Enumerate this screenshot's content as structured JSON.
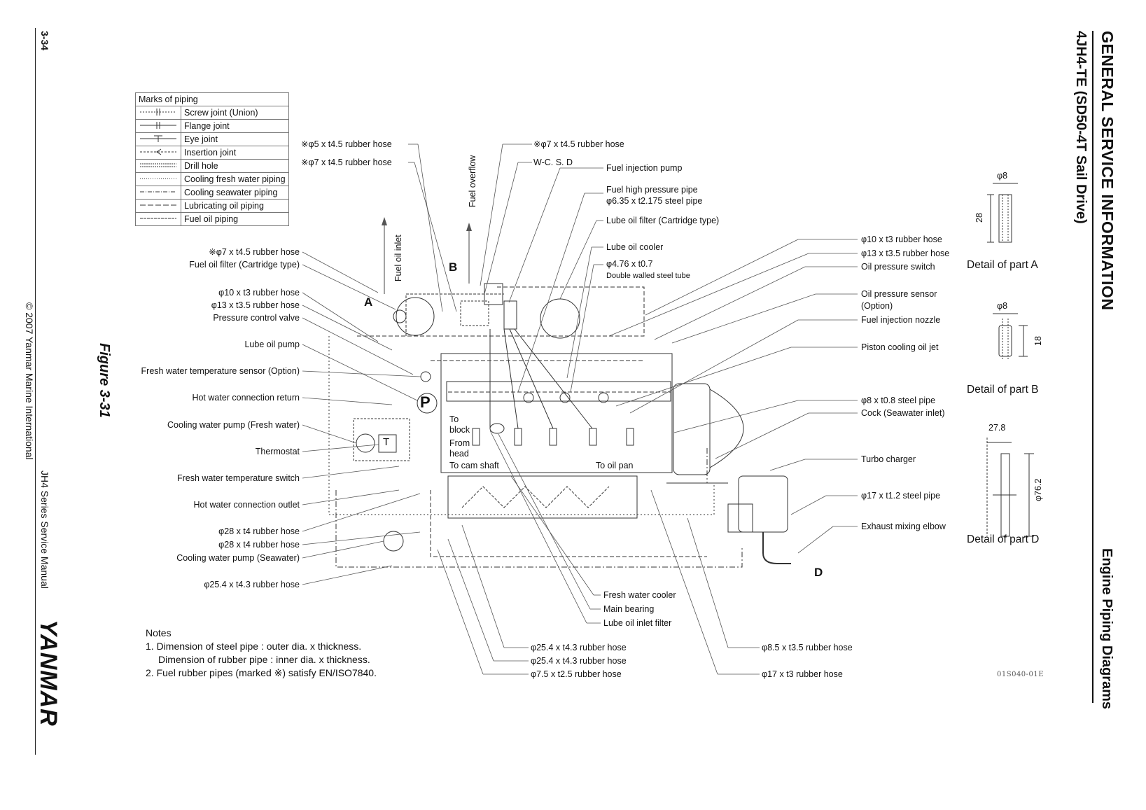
{
  "header": {
    "section_title": "GENERAL SERVICE INFORMATION",
    "model_title": "4JH4-TE (SD50-4T Sail Drive)",
    "chapter_title": "Engine Piping Diagrams"
  },
  "footer": {
    "page_number": "3-34",
    "copyright": "© 2007 Yanmar Marine International",
    "manual_name": "JH4 Series Service Manual",
    "brand_logo_text": "YANMAR",
    "figure_label": "Figure 3-31",
    "drawing_code": "01S040-01E"
  },
  "legend": {
    "title": "Marks of piping",
    "rows": [
      {
        "label": "Screw joint (Union)",
        "symbol": "screw"
      },
      {
        "label": "Flange joint",
        "symbol": "flange"
      },
      {
        "label": "Eye joint",
        "symbol": "eye"
      },
      {
        "label": "Insertion joint",
        "symbol": "insert"
      },
      {
        "label": "Drill hole",
        "symbol": "drill"
      },
      {
        "label": "Cooling fresh water piping",
        "symbol": "fresh"
      },
      {
        "label": "Cooling seawater piping",
        "symbol": "sea"
      },
      {
        "label": "Lubricating oil piping",
        "symbol": "lube"
      },
      {
        "label": "Fuel oil piping",
        "symbol": "fuel"
      }
    ]
  },
  "labels_left": [
    "※φ7 x t4.5 rubber hose",
    "Fuel oil filter (Cartridge type)",
    "φ10 x t3 rubber hose",
    "φ13 x t3.5 rubber hose",
    "Pressure control valve",
    "Lube oil pump",
    "Fresh water temperature sensor (Option)",
    "Hot water connection return",
    "Cooling water pump (Fresh water)",
    "Thermostat",
    "Fresh water temperature switch",
    "Hot water connection outlet",
    "φ28 x t4 rubber hose",
    "φ28 x t4 rubber hose",
    "Cooling water pump (Seawater)",
    "φ25.4 x t4.3 rubber hose"
  ],
  "labels_top": {
    "hose_a": "※φ5 x t4.5 rubber hose",
    "hose_b": "※φ7 x t4.5 rubber hose",
    "hose_c": "※φ7 x t4.5 rubber hose",
    "wcsd": "W-C. S. D",
    "fuel_overflow": "Fuel overflow",
    "fuel_oil_inlet": "Fuel oil inlet"
  },
  "labels_center": {
    "fuel_injection_pump": "Fuel injection pump",
    "fuel_hp_pipe": "Fuel high pressure pipe",
    "fuel_hp_pipe_dim": "φ6.35 x t2.175 steel pipe",
    "lube_filter": "Lube oil filter (Cartridge type)",
    "lube_cooler": "Lube oil cooler",
    "tube_dim": "φ4.76 x t0.7",
    "tube_desc": "Double walled steel tube",
    "to_block": "To",
    "to_block2": "block",
    "from_head": "From",
    "from_head2": "head",
    "to_cam_shaft": "To cam shaft",
    "to_oil_pan": "To oil pan",
    "fresh_water_cooler": "Fresh water cooler",
    "main_bearing": "Main bearing",
    "lube_inlet_filter": "Lube oil inlet filter"
  },
  "labels_right": [
    "φ10 x t3 rubber hose",
    "φ13 x t3.5 rubber hose",
    "Oil pressure switch",
    "Oil pressure sensor",
    "(Option)",
    "Fuel injection nozzle",
    "Piston cooling oil jet",
    "φ8 x t0.8 steel pipe",
    "Cock (Seawater inlet)",
    "Turbo charger",
    "φ17 x t1.2 steel pipe",
    "Exhaust mixing elbow"
  ],
  "labels_bottom": [
    "φ25.4 x t4.3 rubber hose",
    "φ25.4 x t4.3 rubber hose",
    "φ7.5 x t2.5 rubber hose",
    "φ8.5 x t3.5 rubber hose",
    "φ17 x t3 rubber hose"
  ],
  "part_markers": {
    "a": "A",
    "b": "B",
    "d": "D",
    "p": "P",
    "t": "T"
  },
  "details": {
    "a": {
      "title": "Detail of part A",
      "dia": "φ8",
      "len": "28"
    },
    "b": {
      "title": "Detail of part B",
      "dia": "φ8",
      "len": "18"
    },
    "d": {
      "title": "Detail of part D",
      "dia": "27.8",
      "len": "φ76.2"
    }
  },
  "notes": {
    "title": "Notes",
    "line1": "1. Dimension of steel pipe : outer dia. x thickness.",
    "line2": "Dimension of  rubber pipe : inner dia. x thickness.",
    "line3": "2. Fuel rubber pipes (marked ※) satisfy EN/ISO7840."
  }
}
